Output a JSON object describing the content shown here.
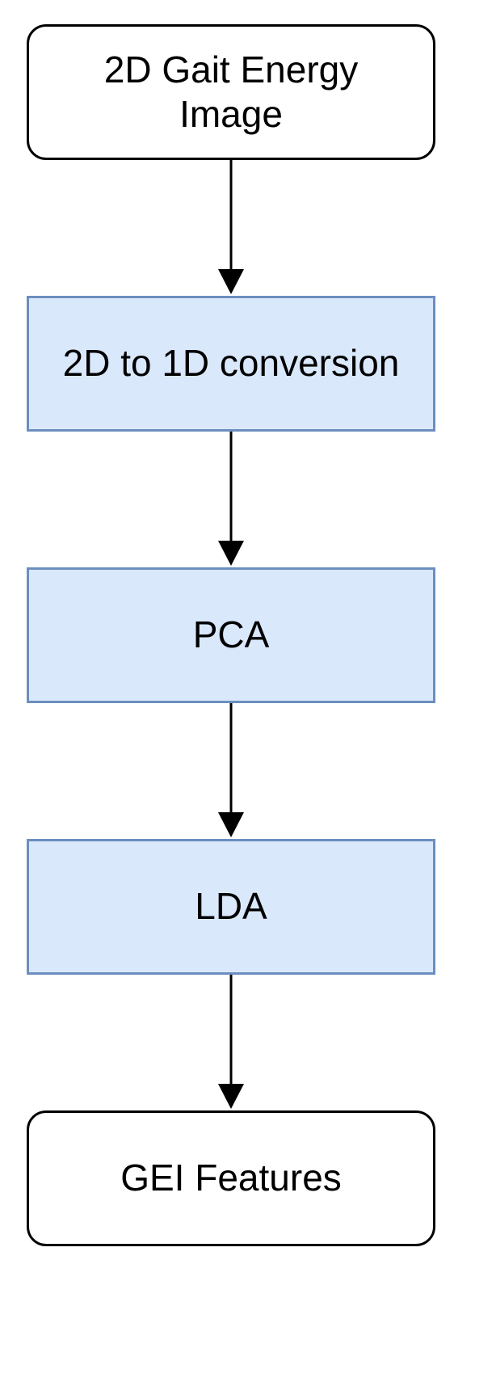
{
  "diagram": {
    "colors": {
      "terminal_fill": "#ffffff",
      "terminal_stroke": "#000000",
      "process_fill": "#dae8fc",
      "process_stroke": "#6c8ebf",
      "edge": "#000000"
    },
    "nodes": [
      {
        "id": "gei-image",
        "label": "2D Gait Energy Image",
        "shape": "rounded-rectangle"
      },
      {
        "id": "conversion",
        "label": "2D to 1D conversion",
        "shape": "rectangle"
      },
      {
        "id": "pca",
        "label": "PCA",
        "shape": "rectangle"
      },
      {
        "id": "lda",
        "label": "LDA",
        "shape": "rectangle"
      },
      {
        "id": "gei-features",
        "label": "GEI Features",
        "shape": "rounded-rectangle"
      }
    ],
    "edges": [
      {
        "from": "gei-image",
        "to": "conversion"
      },
      {
        "from": "conversion",
        "to": "pca"
      },
      {
        "from": "pca",
        "to": "lda"
      },
      {
        "from": "lda",
        "to": "gei-features"
      }
    ]
  }
}
